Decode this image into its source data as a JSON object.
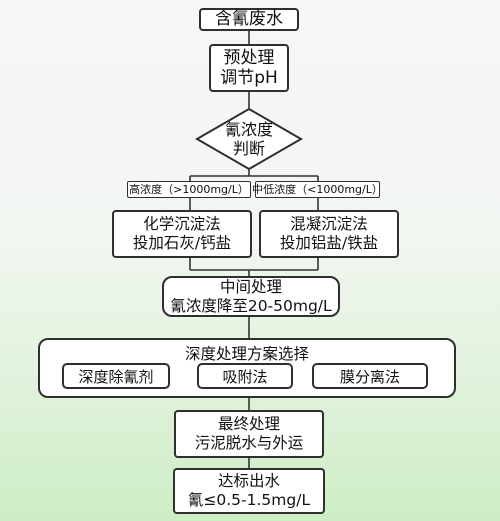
{
  "nodes": {
    "source": "含氰废水",
    "pretreat": [
      "预处理",
      "调节pH"
    ],
    "decision": [
      "氰浓度",
      "判断"
    ],
    "high_label": "高浓度（>1000mg/L）",
    "low_label": "中低浓度（<1000mg/L）",
    "chem": [
      "化学沉淀法",
      "投加石灰/钙盐"
    ],
    "coag": [
      "混凝沉淀法",
      "投加铝盐/铁盐"
    ],
    "middle": [
      "中间处理",
      "氰浓度降至20-50mg/L"
    ],
    "deep_title": "深度处理方案选择",
    "deep_options": [
      "深度除氰剂",
      "吸附法",
      "膜分离法"
    ],
    "final": [
      "最终处理",
      "污泥脱水与外运"
    ],
    "effluent": [
      "达标出水",
      "氰≤0.5-1.5mg/L"
    ]
  }
}
